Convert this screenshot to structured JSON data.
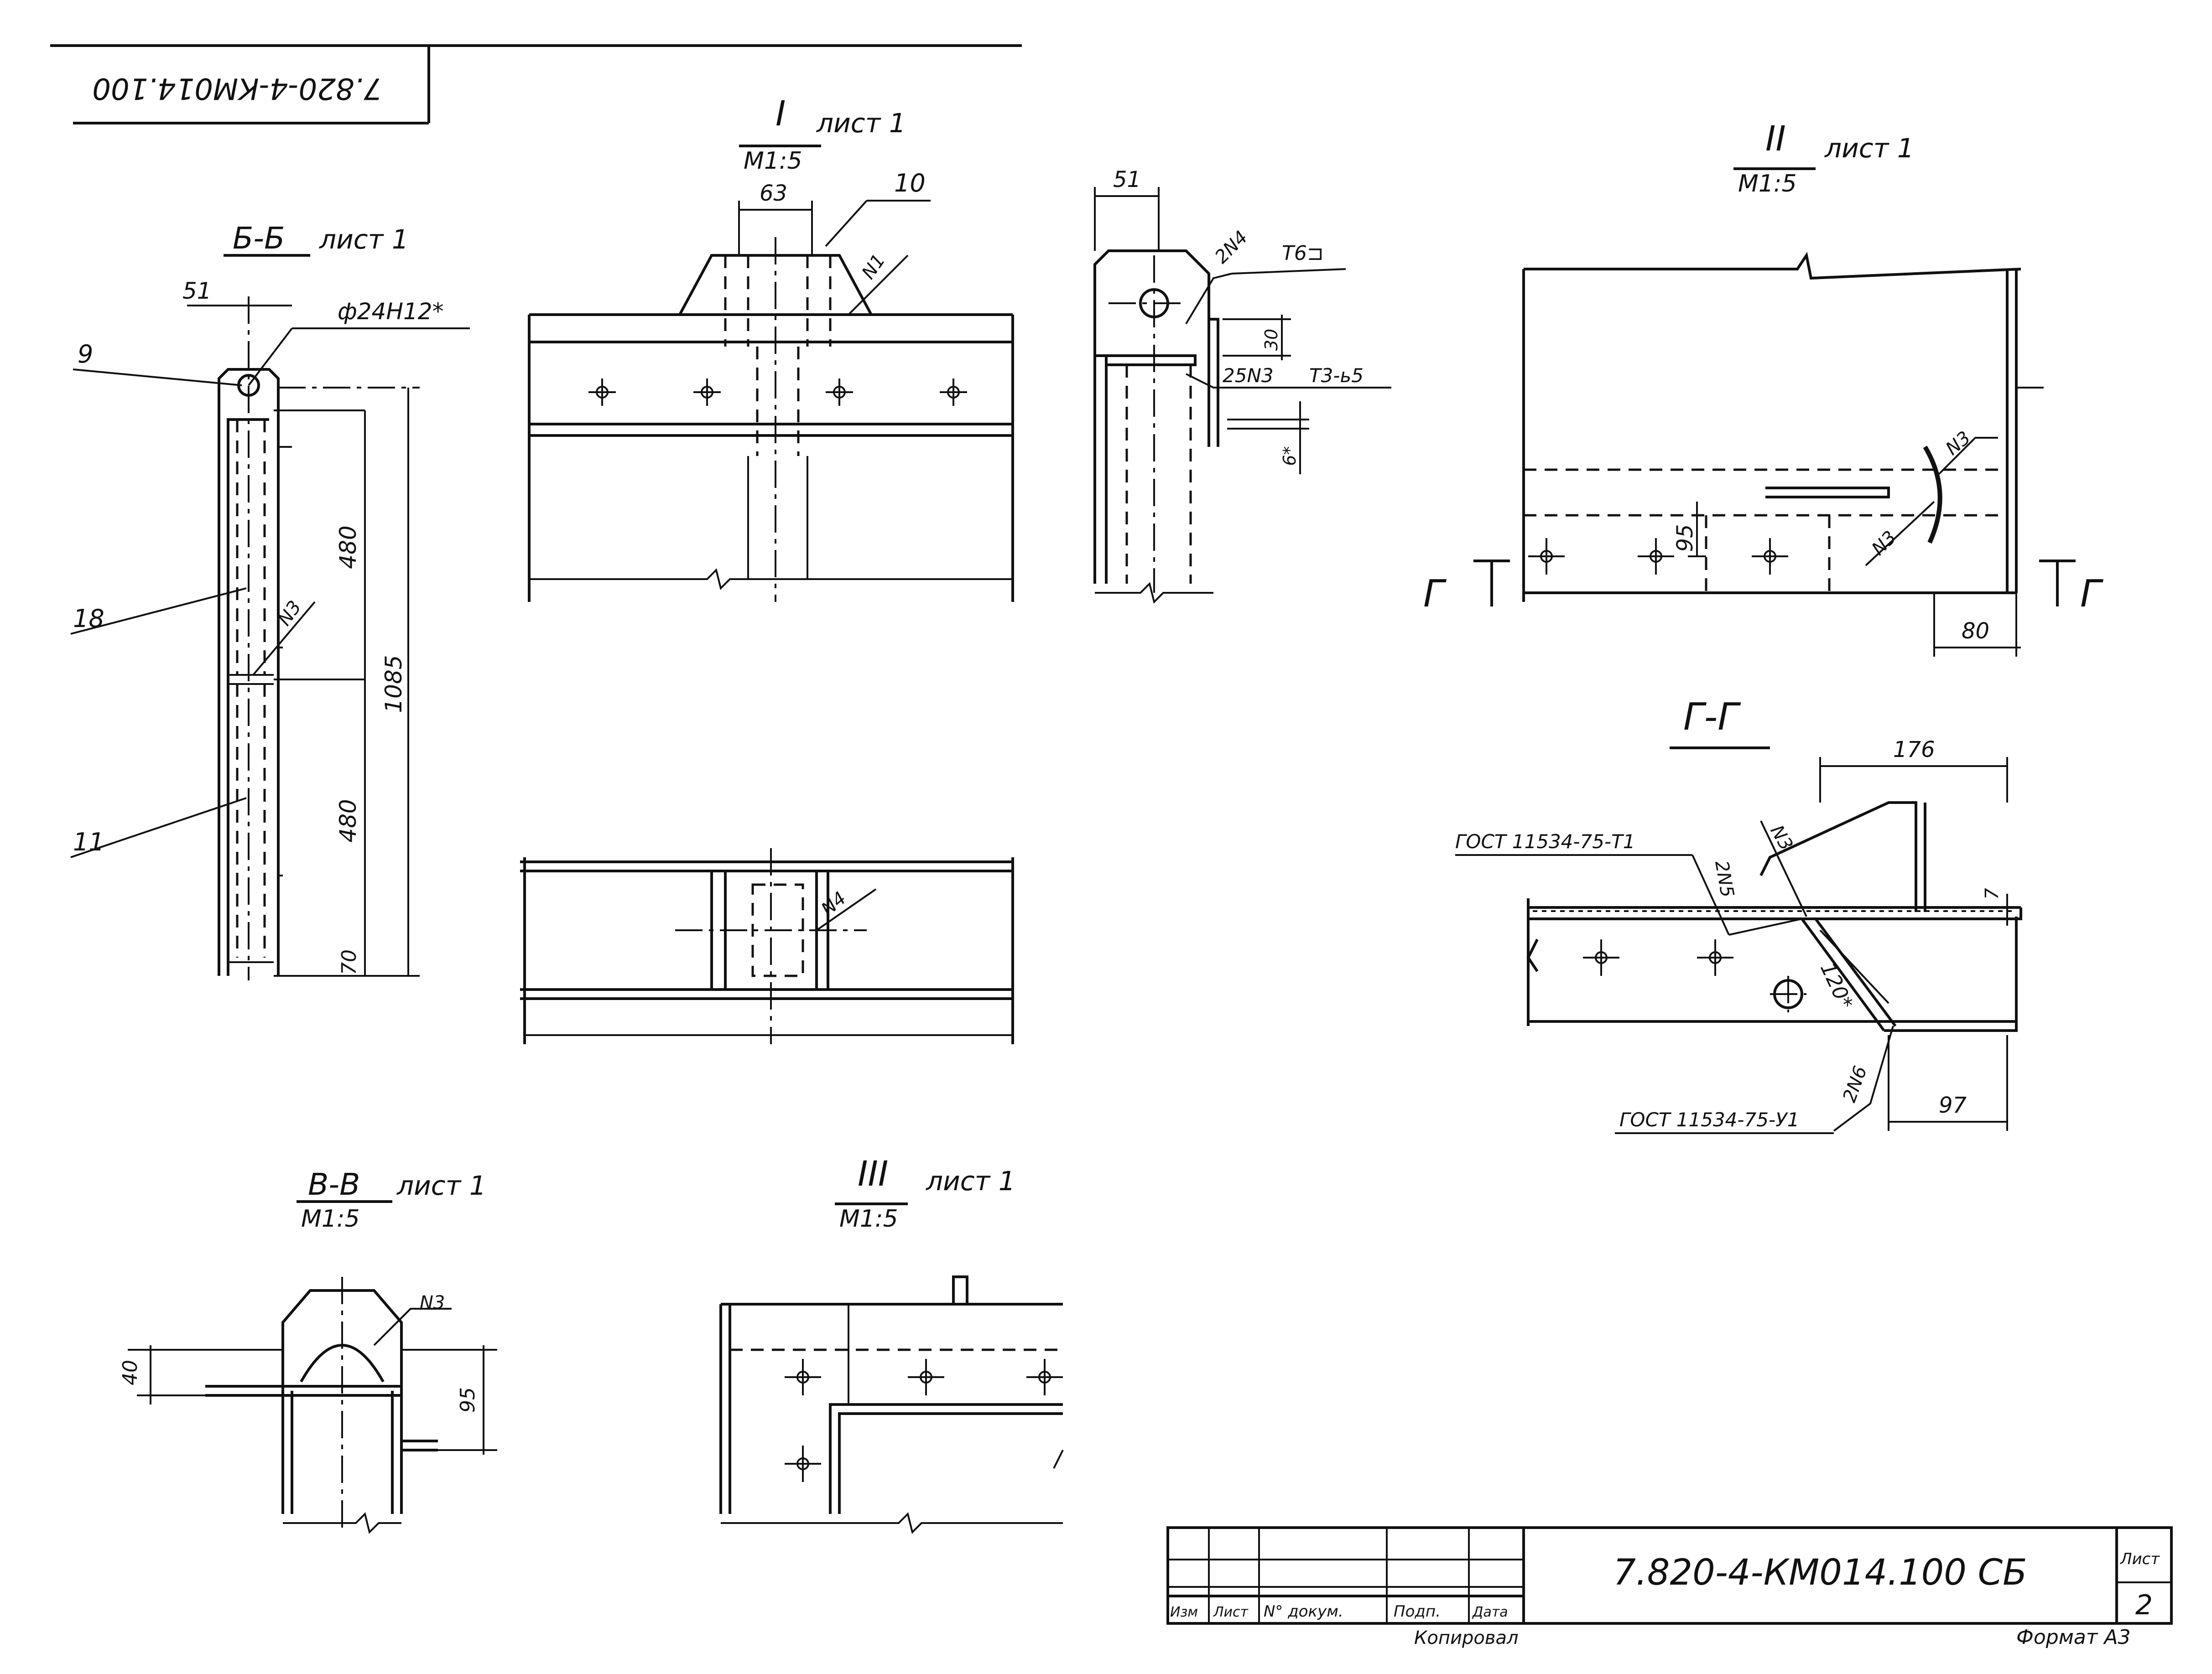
{
  "stamp": {
    "code": "7.820-4-КМ014.100"
  },
  "views": {
    "bb": {
      "title": "Б-Б",
      "sheet": "лист 1"
    },
    "v1": {
      "title": "I",
      "sheet": "лист 1",
      "scale": "M1:5"
    },
    "v2": {
      "title": "II",
      "sheet": "лист 1",
      "scale": "M1:5"
    },
    "gg": {
      "title": "Г-Г"
    },
    "vv": {
      "title": "В-В",
      "sheet": "лист 1",
      "scale": "M1:5"
    },
    "v3": {
      "title": "III",
      "sheet": "лист 1",
      "scale": "M1:5"
    }
  },
  "labels": {
    "pos9": "9",
    "pos18": "18",
    "pos11": "11",
    "pos10": "10",
    "hole": "ф24Н12*",
    "d51a": "51",
    "d480a": "480",
    "d480b": "480",
    "d1085": "1085",
    "d70": "70",
    "n3a": "N3",
    "d63": "63",
    "n1": "N1",
    "n4": "N4",
    "d51b": "51",
    "weld1": "2N4",
    "weld1b": "Т6⊐",
    "d30": "30",
    "weld2": "25N3",
    "weld2b": "Т3-ь5",
    "d6": "6*",
    "n3b": "N3",
    "n3c": "N3",
    "d95a": "95",
    "d80": "80",
    "gL": "Г",
    "gR": "Г",
    "d176": "176",
    "gost1": "ГОСТ 11534-75-Т1",
    "n3d": "N3",
    "w2n5": "2N5",
    "d7": "7",
    "d120": "120*",
    "w2n6": "2N6",
    "gost2": "ГОСТ 11534-75-У1",
    "d97": "97",
    "d40": "40",
    "d95b": "95",
    "n3e": "N3"
  },
  "title_block": {
    "designation": "7.820-4-КМ014.100 СБ",
    "sheet_label": "Лист",
    "sheet_number": "2",
    "columns": [
      "Изм",
      "Лист",
      "N° докум.",
      "Подп.",
      "Дата"
    ],
    "copied": "Копировал",
    "format": "Формат А3"
  }
}
